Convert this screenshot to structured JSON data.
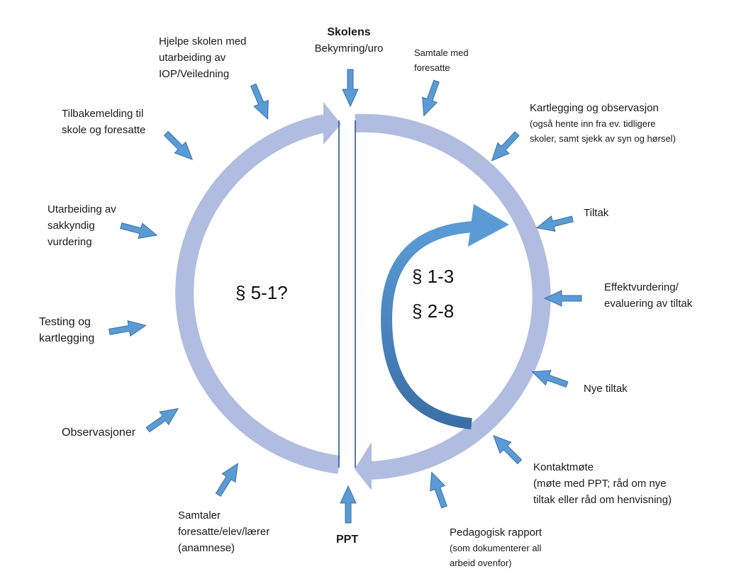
{
  "diagram": {
    "colors": {
      "cycle": "#b0bde0",
      "pointer": "#5b9bd5",
      "pointer_dark": "#3a6fa6",
      "divider": "#2f5597"
    },
    "top": {
      "title": "Skolens",
      "subtitle": "Bekymring/uro"
    },
    "bottom": {
      "title": "PPT"
    },
    "left_section": "§ 5-1?",
    "right_sections": [
      "§ 1-3",
      "§ 2-8"
    ],
    "right_steps": [
      {
        "lines": [
          "Samtale med",
          "foresatte"
        ]
      },
      {
        "lines": [
          "Kartlegging og observasjon",
          "(også hente inn fra ev. tidligere",
          "skoler, samt sjekk av syn og hørsel)"
        ]
      },
      {
        "lines": [
          "Tiltak"
        ]
      },
      {
        "lines": [
          "Effektvurdering/",
          "evaluering av tiltak"
        ]
      },
      {
        "lines": [
          "Nye tiltak"
        ]
      },
      {
        "lines": [
          "Kontaktmøte",
          "(møte med PPT; råd om nye",
          "tiltak eller råd om henvisning)"
        ]
      },
      {
        "lines": [
          "Pedagogisk rapport",
          "(som dokumenterer all",
          "arbeid ovenfor)"
        ]
      }
    ],
    "left_steps": [
      {
        "lines": [
          "Samtaler",
          "foresatte/elev/lærer",
          "(anamnese)"
        ]
      },
      {
        "lines": [
          "Observasjoner"
        ]
      },
      {
        "lines": [
          "Testing og",
          "kartlegging"
        ]
      },
      {
        "lines": [
          "Utarbeiding av",
          "sakkyndig",
          "vurdering"
        ]
      },
      {
        "lines": [
          "Tilbakemelding til",
          "skole og foresatte"
        ]
      },
      {
        "lines": [
          "Hjelpe skolen med",
          "utarbeiding av",
          "IOP/Veiledning"
        ]
      }
    ]
  }
}
